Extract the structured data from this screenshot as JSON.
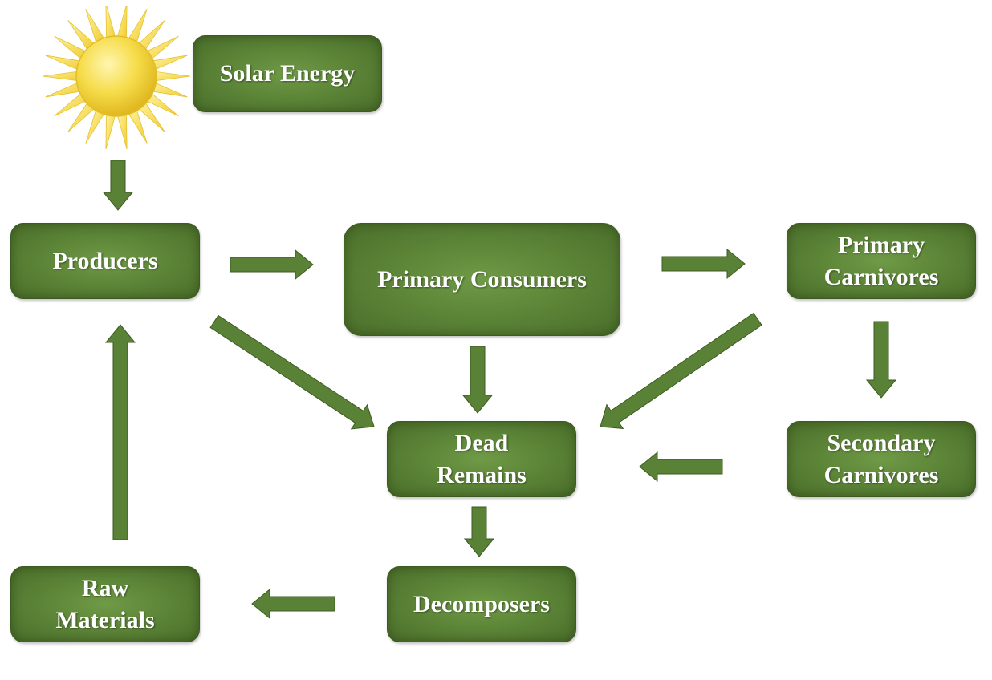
{
  "nodes": {
    "solar_energy": "Solar Energy",
    "producers": "Producers",
    "primary_consumers": "Primary Consumers",
    "primary_carnivores": "Primary\nCarnivores",
    "dead_remains": "Dead\nRemains",
    "secondary_carnivores": "Secondary\nCarnivores",
    "raw_materials": "Raw\nMaterials",
    "decomposers": "Decomposers"
  },
  "colors": {
    "box_fill": "#5d8638",
    "arrow_fill": "#5a8236",
    "sun": "#f5d63a"
  },
  "icons": {
    "sun": "sun-icon"
  }
}
